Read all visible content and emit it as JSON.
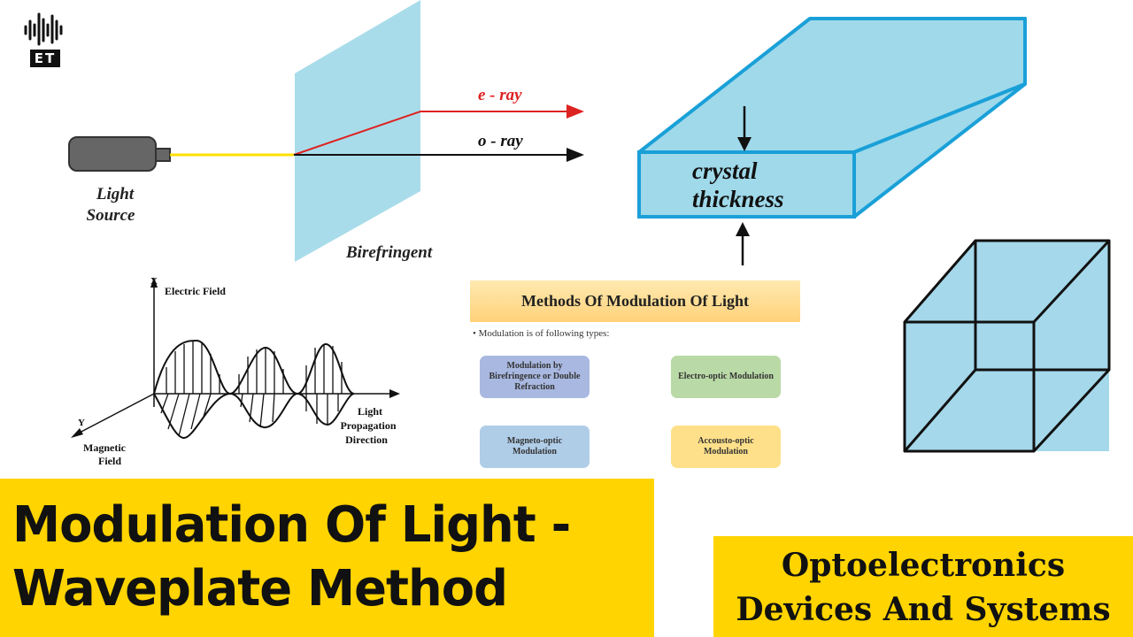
{
  "channel": {
    "logo_text": "ET"
  },
  "birefringence_diagram": {
    "e_ray_label": "e - ray",
    "o_ray_label": "o - ray",
    "light_source_label_line1": "Light",
    "light_source_label_line2": "Source",
    "crystal_label": "Birefringent"
  },
  "crystal_diagram": {
    "label_line1": "crystal",
    "label_line2": "thickness"
  },
  "em_wave_diagram": {
    "x_axis": "X",
    "electric_field": "Electric Field",
    "y_axis": "Y",
    "magnetic_field_line1": "Magnetic",
    "magnetic_field_line2": "Field",
    "propagation_line1": "Light",
    "propagation_line2": "Propagation",
    "propagation_line3": "Direction"
  },
  "methods_panel": {
    "title": "Methods Of Modulation Of Light",
    "intro": "• Modulation is of following types:",
    "methods": [
      {
        "label": "Modulation by Birefringence or Double Refraction",
        "color": "#a8b8e0"
      },
      {
        "label": "Electro-optic Modulation",
        "color": "#b9d9a6"
      },
      {
        "label": "Magneto-optic Modulation",
        "color": "#b0cde8"
      },
      {
        "label": "Accousto-optic Modulation",
        "color": "#ffe08a"
      }
    ]
  },
  "banner": {
    "title_line1": "Modulation Of Light -",
    "title_line2": "Waveplate Method",
    "subtitle_line1": "Optoelectronics",
    "subtitle_line2": "Devices And Systems",
    "color": "#ffd400"
  },
  "colors": {
    "crystal_fill": "#9fd9ea",
    "crystal_edge": "#1aa0d8",
    "e_ray": "#dd2222",
    "light_beam": "#ffe000"
  }
}
